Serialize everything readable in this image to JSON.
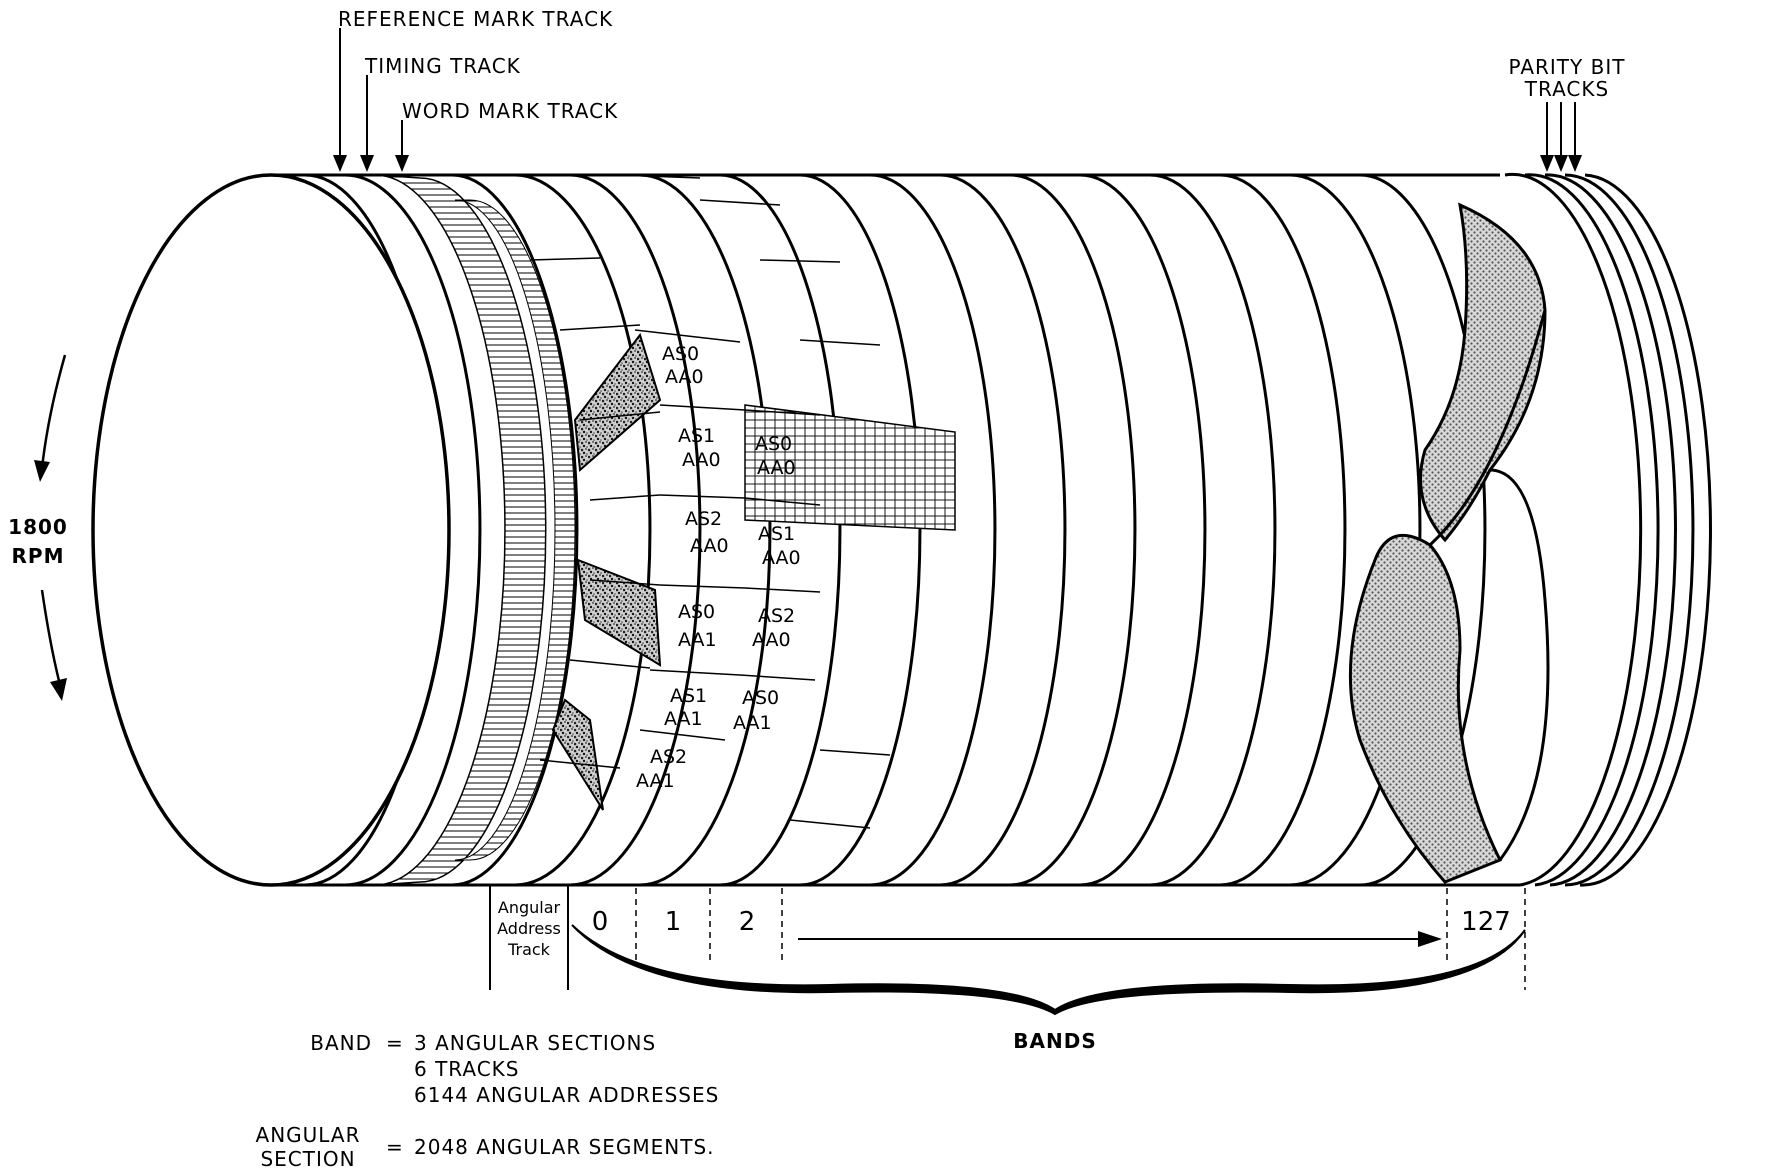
{
  "top_labels": {
    "reference_mark_track": "REFERENCE MARK TRACK",
    "timing_track": "TIMING TRACK",
    "word_mark_track": "WORD MARK TRACK",
    "parity_bit_tracks_line1": "PARITY BIT",
    "parity_bit_tracks_line2": "TRACKS"
  },
  "rotation": {
    "speed": "1800",
    "unit": "RPM"
  },
  "sections": [
    {
      "as": "AS0",
      "aa": "AA0"
    },
    {
      "as": "AS1",
      "aa": "AA0"
    },
    {
      "as": "AS0",
      "aa": "AA0"
    },
    {
      "as": "AS2",
      "aa": "AA0"
    },
    {
      "as": "AS1",
      "aa": "AA0"
    },
    {
      "as": "AS0",
      "aa": "AA1"
    },
    {
      "as": "AS2",
      "aa": "AA0"
    },
    {
      "as": "AS1",
      "aa": "AA1"
    },
    {
      "as": "AS0",
      "aa": "AA1"
    },
    {
      "as": "AS2",
      "aa": "AA1"
    }
  ],
  "bottom_labels": {
    "angular_address_track": [
      "Angular",
      "Address",
      "Track"
    ],
    "band_numbers": [
      "0",
      "1",
      "2",
      "127"
    ],
    "bands": "BANDS"
  },
  "legend": {
    "band_term": "BAND",
    "band_lines": [
      "3 ANGULAR SECTIONS",
      "6 TRACKS",
      "6144 ANGULAR ADDRESSES"
    ],
    "section_term_line1": "ANGULAR",
    "section_term_line2": "SECTION",
    "section_line": "2048 ANGULAR SEGMENTS.",
    "equals": "="
  },
  "colors": {
    "ink": "#000000",
    "paper": "#ffffff",
    "stipple": "#bdbdbd"
  }
}
